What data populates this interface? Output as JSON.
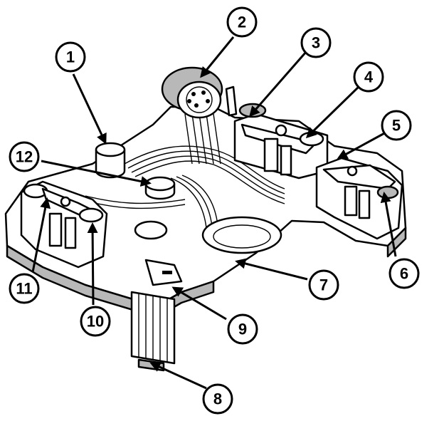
{
  "callouts": [
    {
      "id": "1",
      "label": "1"
    },
    {
      "id": "2",
      "label": "2"
    },
    {
      "id": "3",
      "label": "3"
    },
    {
      "id": "4",
      "label": "4"
    },
    {
      "id": "5",
      "label": "5"
    },
    {
      "id": "6",
      "label": "6"
    },
    {
      "id": "7",
      "label": "7"
    },
    {
      "id": "8",
      "label": "8"
    },
    {
      "id": "9",
      "label": "9"
    },
    {
      "id": "10",
      "label": "10"
    },
    {
      "id": "11",
      "label": "11"
    },
    {
      "id": "12",
      "label": "12"
    }
  ],
  "colors": {
    "ink": "#000000",
    "paper": "#ffffff",
    "shade": "#b8b8b8"
  }
}
